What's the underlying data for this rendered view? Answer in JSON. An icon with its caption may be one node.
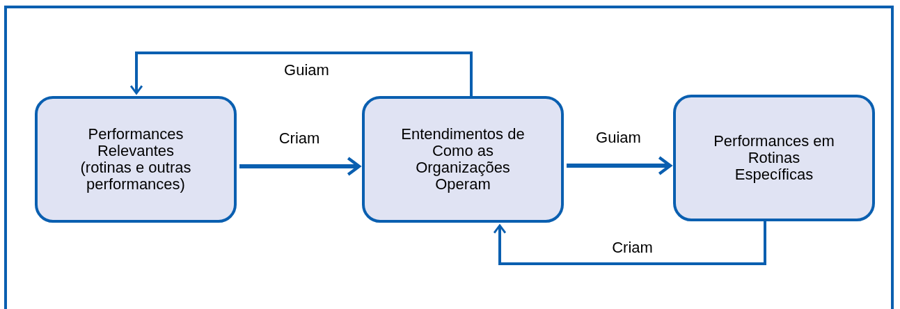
{
  "diagram": {
    "nodes": [
      {
        "text": [
          "Performances Relevantes (rotinas e outras performances)"
        ]
      },
      {
        "text": [
          "Entendimentos de Como as Organizações Operam"
        ]
      },
      {
        "text": [
          "Performances em Rotinas Específicas"
        ]
      }
    ],
    "edges": [
      {
        "from": 0,
        "to": 1,
        "arrow": "to",
        "label": "Criam"
      },
      {
        "from": 1,
        "to": 2,
        "arrow": "to",
        "label": "Guiam"
      },
      {
        "from": 1,
        "to": 0,
        "arrow": "to",
        "label": "Guiam"
      },
      {
        "from": 2,
        "to": 1,
        "arrow": "to",
        "label": "Criam"
      }
    ]
  }
}
